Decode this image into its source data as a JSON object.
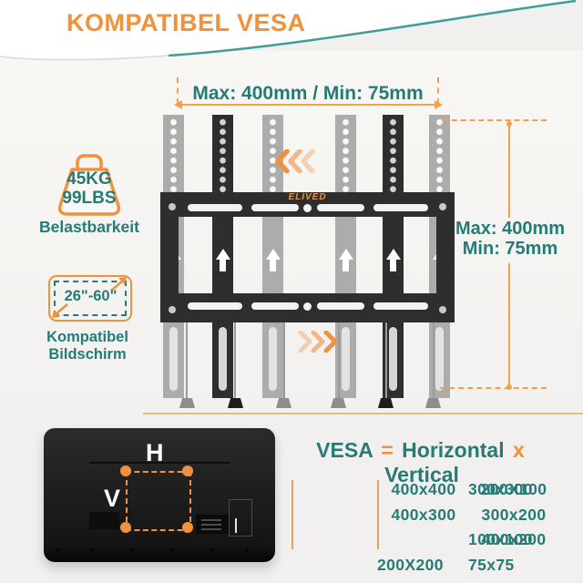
{
  "title": "KOMPATIBEL VESA",
  "brand": "ELIVED",
  "top_dimension": {
    "label": "Max: 400mm / Min: 75mm"
  },
  "right_dimension": {
    "max": "Max: 400mm",
    "min": "Min: 75mm"
  },
  "load": {
    "kg": "45KG",
    "lbs": "99LBS",
    "caption": "Belastbarkeit"
  },
  "screen": {
    "range": "26\"-60\"",
    "caption": "Kompatibel Bildschirm"
  },
  "tv": {
    "h_label": "H",
    "v_label": "V"
  },
  "vesa": {
    "word": "VESA",
    "equals": "=",
    "horizontal": "Horizontal",
    "x": "x",
    "vertical": "Vertical",
    "rows": [
      [
        "400x400",
        "300x300",
        "200X100"
      ],
      [
        "400x300",
        "300x200",
        "100x100"
      ],
      [
        "400x200",
        "200X200",
        "75x75"
      ]
    ]
  },
  "icons": [
    "weight-icon",
    "screen-size-icon",
    "chevrons-left-icon",
    "chevrons-right-icon",
    "up-arrow-icon"
  ],
  "colors": {
    "teal": "#267B77",
    "orange": "#F0913C",
    "orange2": "#EFA14B",
    "chev": "#EF9043",
    "tan": "#D9BE92",
    "divider": "#DDA55F",
    "railgray": "#ACACAC",
    "mountblack": "#2E2E2E",
    "tvblack": "#1C1C1C",
    "bg": "#F1F0EE"
  }
}
